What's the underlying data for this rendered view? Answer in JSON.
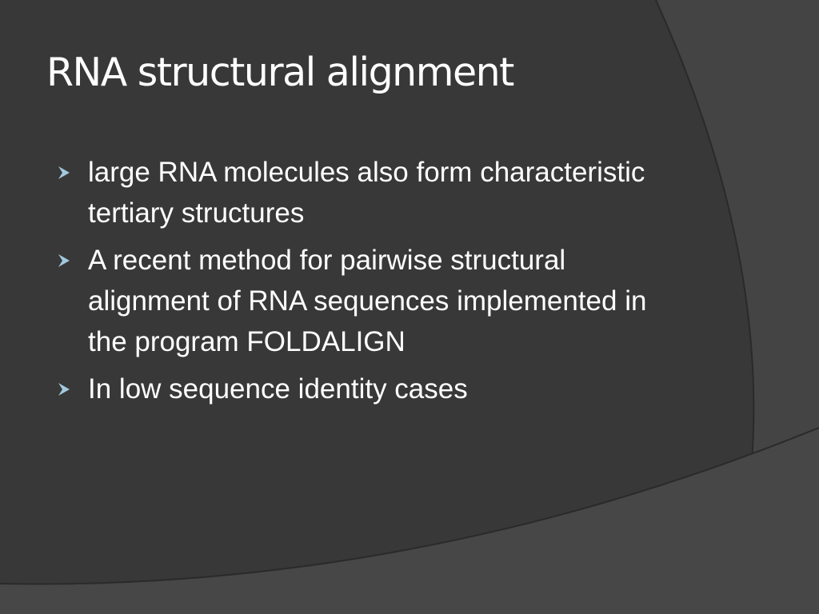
{
  "slide": {
    "title": "RNA structural alignment",
    "bullets": [
      {
        "text": "large RNA molecules also form characteristic tertiary structures"
      },
      {
        "text": "A recent method for pairwise structural alignment of RNA sequences implemented in the program FOLDALIGN"
      },
      {
        "text": "In low sequence identity cases"
      }
    ],
    "bullet_icon": "arrow-bullet-icon"
  },
  "colors": {
    "background": "#383838",
    "arc_shading": "#454545",
    "text": "#ffffff",
    "bullet": "#a3c9dc"
  }
}
